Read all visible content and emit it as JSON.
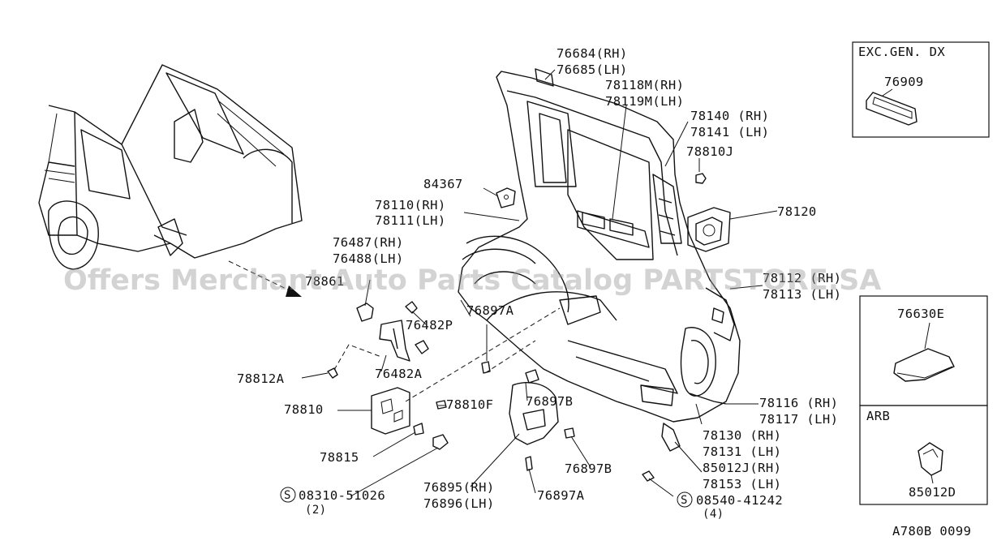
{
  "diagram_id": "A780B 0099",
  "watermark": "Offers Merchant Auto Parts Catalog PARTSTORE.SA",
  "inset_exc": {
    "title": "EXC.GEN. DX",
    "part": "76909"
  },
  "inset_76630": {
    "part": "76630E"
  },
  "inset_arb": {
    "title": "ARB",
    "part": "85012D"
  },
  "labels": {
    "p76684": "76684(RH)",
    "p76685": "76685(LH)",
    "p78118": "78118M(RH)",
    "p78119": "78119M(LH)",
    "p78140": "78140 (RH)",
    "p78141": "78141 (LH)",
    "p78810j": "78810J",
    "p84367": "84367",
    "p78110": "78110(RH)",
    "p78111": "78111(LH)",
    "p78120": "78120",
    "p76487": "76487(RH)",
    "p76488": "76488(LH)",
    "p78861": "78861",
    "p78112": "78112 (RH)",
    "p78113": "78113 (LH)",
    "p76897a_top": "76897A",
    "p76482p": "76482P",
    "p76482a": "76482A",
    "p78812a": "78812A",
    "p78810": "78810",
    "p78810f": "78810F",
    "p76897b_mid": "76897B",
    "p78116": "78116 (RH)",
    "p78117": "78117 (LH)",
    "p78130": "78130 (RH)",
    "p78131": "78131 (LH)",
    "p78815": "78815",
    "p85012j": "85012J(RH)",
    "p78153": "78153 (LH)",
    "p76897b_low": "76897B",
    "p76895": "76895(RH)",
    "p76896": "76896(LH)",
    "p76897a_low": "76897A",
    "p08310": "08310-51026",
    "p08310_qty": "(2)",
    "p08540": "08540-41242",
    "p08540_qty": "(4)",
    "s_symbol": "S"
  }
}
